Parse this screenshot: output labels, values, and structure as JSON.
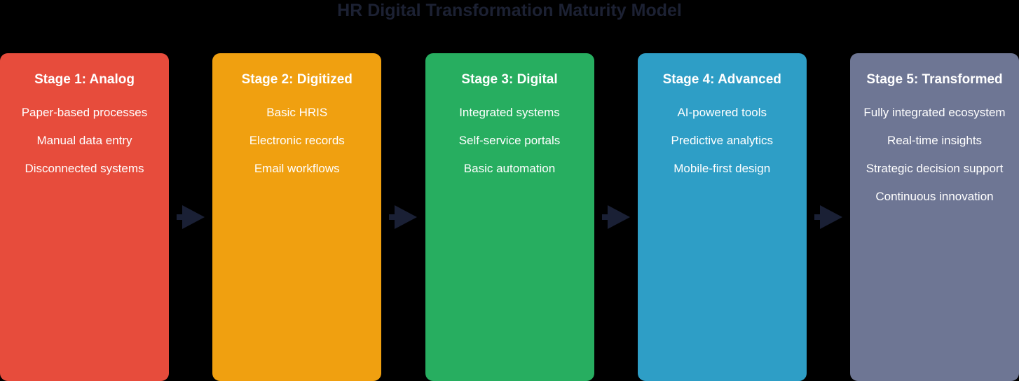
{
  "title": "HR Digital Transformation Maturity Model",
  "title_color": "#1c2133",
  "background_color": "#000000",
  "arrow_color": "#1a2035",
  "arrow_icon_name": "arrow-right-icon",
  "stages": [
    {
      "title": "Stage 1: Analog",
      "color": "#e74c3c",
      "items": [
        "Paper-based processes",
        "Manual data entry",
        "Disconnected systems"
      ]
    },
    {
      "title": "Stage 2: Digitized",
      "color": "#f0a010",
      "items": [
        "Basic HRIS",
        "Electronic records",
        "Email workflows"
      ]
    },
    {
      "title": "Stage 3: Digital",
      "color": "#27ae60",
      "items": [
        "Integrated systems",
        "Self-service portals",
        "Basic automation"
      ]
    },
    {
      "title": "Stage 4: Advanced",
      "color": "#2e9ec6",
      "items": [
        "AI-powered tools",
        "Predictive analytics",
        "Mobile-first design"
      ]
    },
    {
      "title": "Stage 5: Transformed",
      "color": "#6e7694",
      "items": [
        "Fully integrated ecosystem",
        "Real-time insights",
        "Strategic decision support",
        "Continuous innovation"
      ]
    }
  ]
}
